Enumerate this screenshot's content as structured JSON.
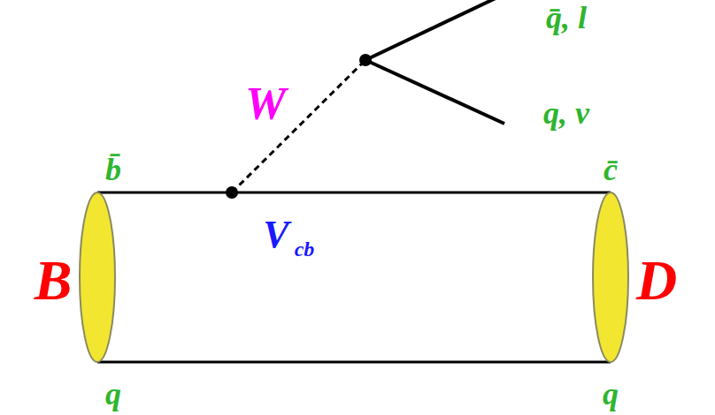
{
  "diagram": {
    "labels": [
      "q̄, l",
      "W",
      "q, ν",
      "b̄",
      "c̄",
      "B",
      "V",
      "cb",
      "D",
      "q",
      "q"
    ]
  }
}
